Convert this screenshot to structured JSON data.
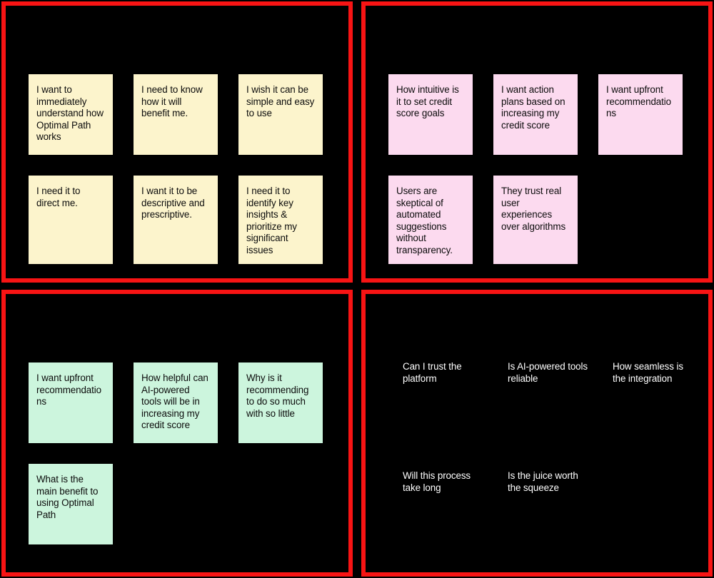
{
  "board": {
    "background_color": "#000000",
    "frame_color": "#f81414"
  },
  "quadrants": [
    {
      "id": "top-left",
      "note_style": "cream",
      "note_color": "#fcf4cc",
      "notes": [
        "I want to immediately understand how Optimal Path works",
        "I need to know how it will benefit me.",
        "I wish it can be simple and easy to use",
        "I need it to direct me.",
        "I want it to be descriptive and prescriptive.",
        "I need it to identify key insights & prioritize my significant issues"
      ]
    },
    {
      "id": "top-right",
      "note_style": "pink",
      "note_color": "#fcdaef",
      "notes": [
        "How intuitive is it to set credit score goals",
        "I want action plans based on increasing my credit score",
        "I want upfront recommendations",
        "Users are skeptical of automated suggestions without transparency.",
        "They trust real user experiences over algorithms"
      ]
    },
    {
      "id": "bottom-left",
      "note_style": "mint",
      "note_color": "#ccf5dd",
      "notes": [
        "I want upfront recommendations",
        "How helpful can AI-powered tools will be in increasing my credit score",
        "Why is it recommending to do so much with so little",
        "What is the main benefit to using Optimal Path"
      ]
    },
    {
      "id": "bottom-right",
      "note_style": "plain",
      "note_color": "#ffffff",
      "notes": [
        "Can I trust the platform",
        "Is AI-powered tools reliable",
        "How seamless is the integration",
        "Will this process take long",
        "Is the juice worth the squeeze"
      ]
    }
  ]
}
